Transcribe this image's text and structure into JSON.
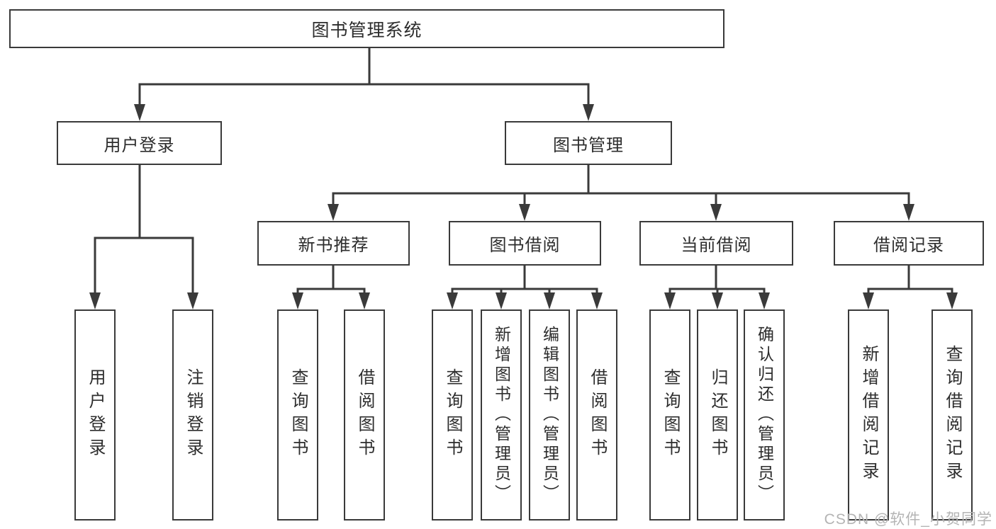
{
  "colors": {
    "line": "#3a3a3a",
    "box_border": "#3a3a3a",
    "text": "#2d2d2d",
    "watermark": "#b4b4b4",
    "background": "#ffffff"
  },
  "watermark": {
    "text": "CSDN @软件_小贺同学"
  },
  "tree": {
    "root": {
      "label": "图书管理系统"
    },
    "branches": [
      {
        "label": "用户登录",
        "children": [
          {
            "label": "用户登录"
          },
          {
            "label": "注销登录"
          }
        ]
      },
      {
        "label": "图书管理",
        "children": [
          {
            "label": "新书推荐",
            "children": [
              {
                "label": "查询图书"
              },
              {
                "label": "借阅图书"
              }
            ]
          },
          {
            "label": "图书借阅",
            "children": [
              {
                "label": "查询图书"
              },
              {
                "label": "新增图书（管理员）"
              },
              {
                "label": "编辑图书（管理员）"
              },
              {
                "label": "借阅图书"
              }
            ]
          },
          {
            "label": "当前借阅",
            "children": [
              {
                "label": "查询图书"
              },
              {
                "label": "归还图书"
              },
              {
                "label": "确认归还（管理员）"
              }
            ]
          },
          {
            "label": "借阅记录",
            "children": [
              {
                "label": "新增借阅记录"
              },
              {
                "label": "查询借阅记录"
              }
            ]
          }
        ]
      }
    ]
  }
}
